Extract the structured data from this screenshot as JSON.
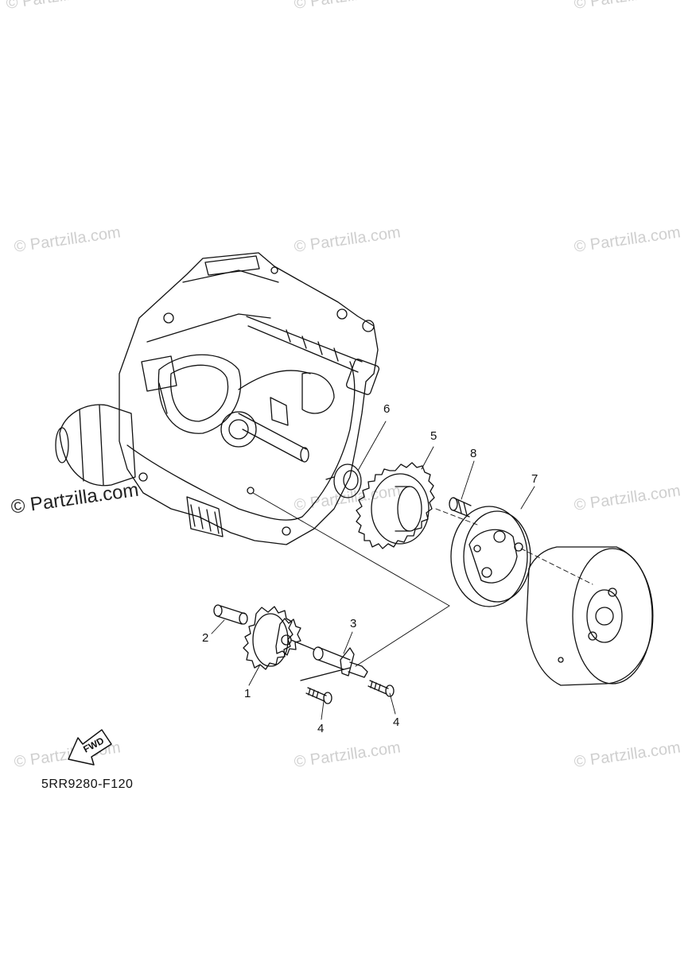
{
  "watermark": "© Partzilla.com",
  "diagram_code": "5RR9280-F120",
  "fwd_label": "FWD",
  "callouts": {
    "c1": "1",
    "c2": "2",
    "c3": "3",
    "c4a": "4",
    "c4b": "4",
    "c5": "5",
    "c6": "6",
    "c7": "7",
    "c8": "8"
  }
}
